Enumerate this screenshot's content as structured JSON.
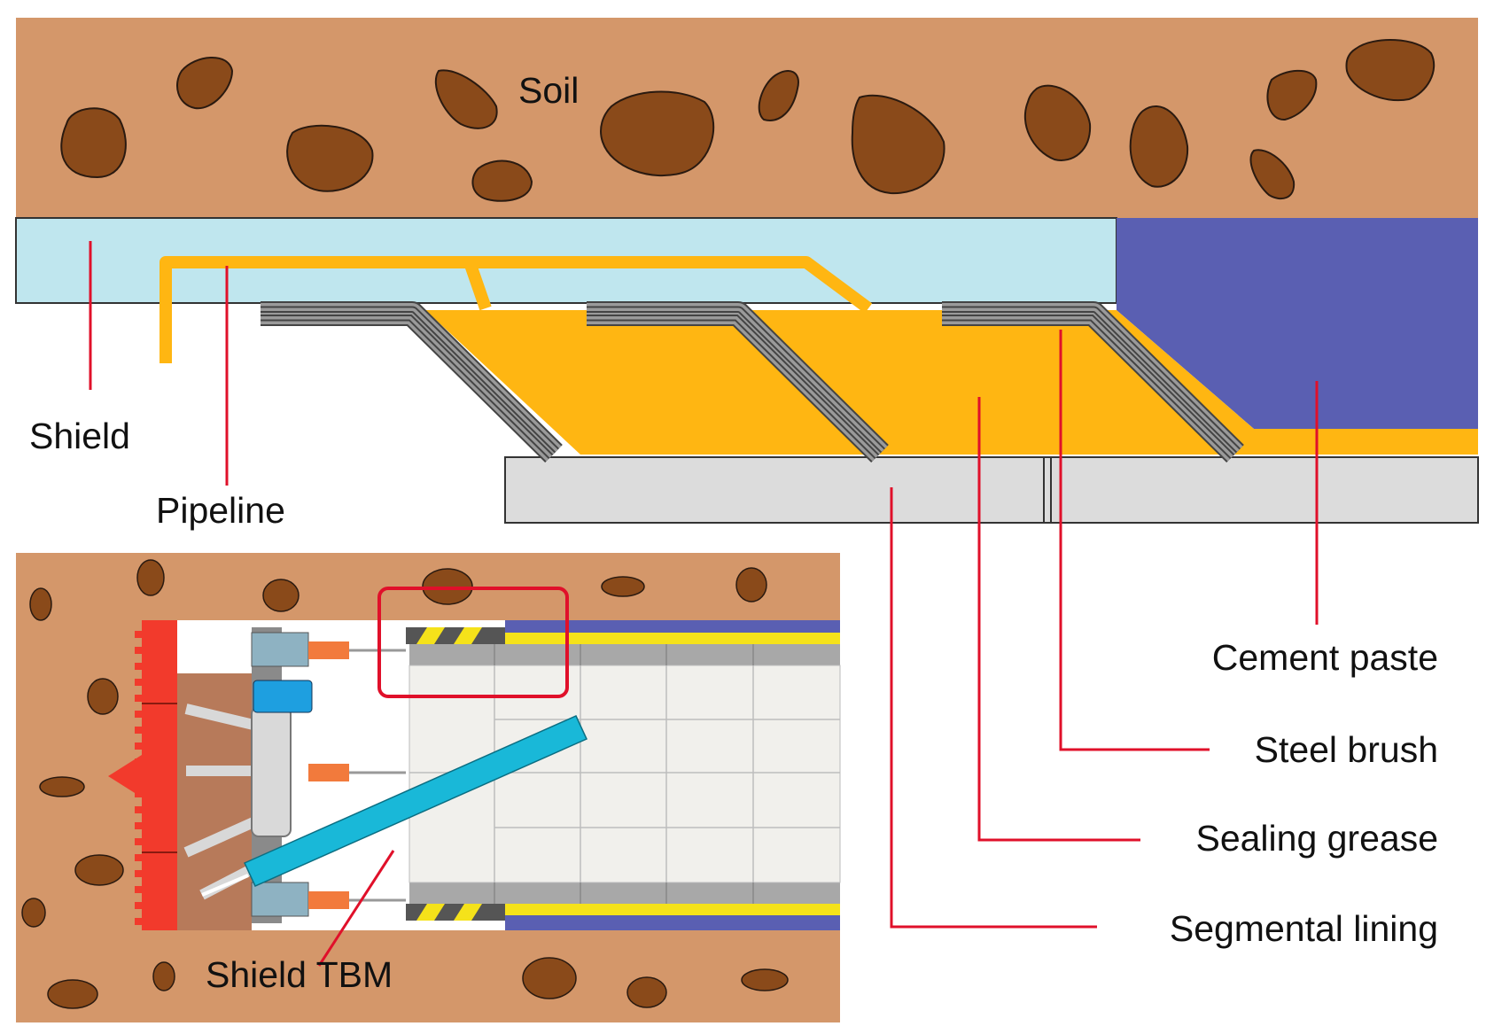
{
  "labels": {
    "soil": "Soil",
    "shield": "Shield",
    "pipeline": "Pipeline",
    "cement_paste": "Cement paste",
    "steel_brush": "Steel brush",
    "sealing_grease": "Sealing grease",
    "segmental_lining": "Segmental lining",
    "shield_tbm": "Shield TBM"
  },
  "colors": {
    "soil": "#D4976A",
    "rock": "#8A4A1A",
    "shield": "#BFE6EE",
    "grease": "#FFB612",
    "cement": "#5A5FB2",
    "brush": "#9A9A9A",
    "lining": "#DCDCDC",
    "leader": "#E0102A",
    "highlight": "#E0102A"
  }
}
